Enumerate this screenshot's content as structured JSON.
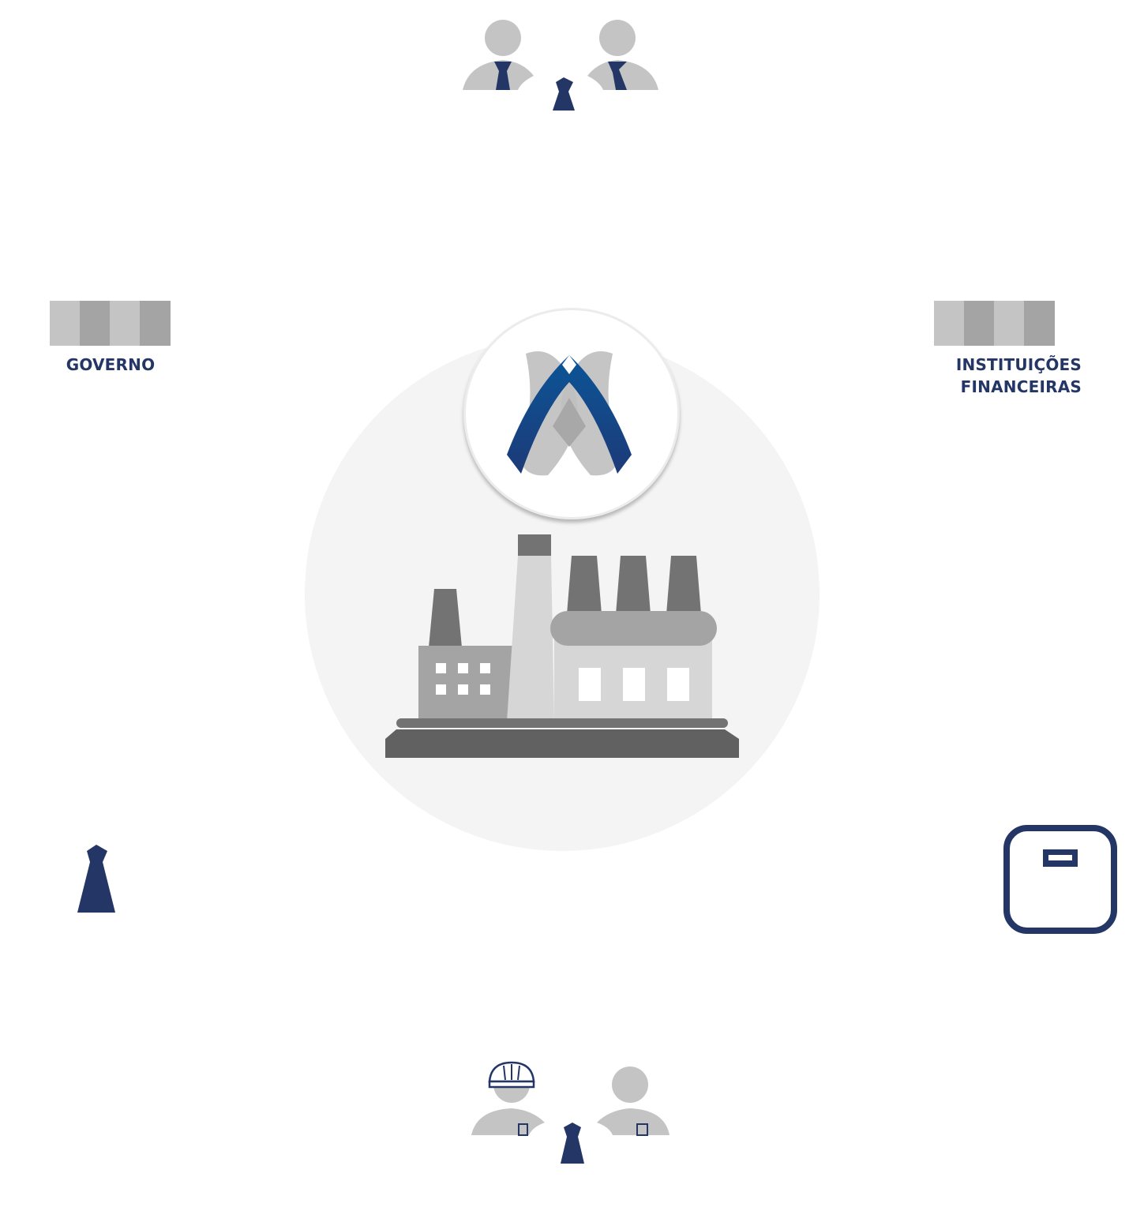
{
  "nodes": {
    "government": {
      "label": "GOVERNO",
      "icon": "government-building-icon"
    },
    "financial": {
      "label_line1": "INSTITUIÇÕES",
      "label_line2": "FINANCEIRAS",
      "icon": "bank-building-icon"
    },
    "top": {
      "icon": "executives-icon"
    },
    "bottom": {
      "icon": "workers-icon"
    },
    "left_bottom": {
      "icon": "tie-icon"
    },
    "right_bottom": {
      "icon": "briefcase-icon"
    },
    "center": {
      "icon": "factory-icon",
      "badge": "company-logo-icon"
    }
  },
  "colors": {
    "navy": "#243665",
    "gray_light": "#c4c4c4",
    "gray_mid": "#a4a4a4",
    "gray_dark": "#737373",
    "logo_blue": "#0b5597"
  }
}
